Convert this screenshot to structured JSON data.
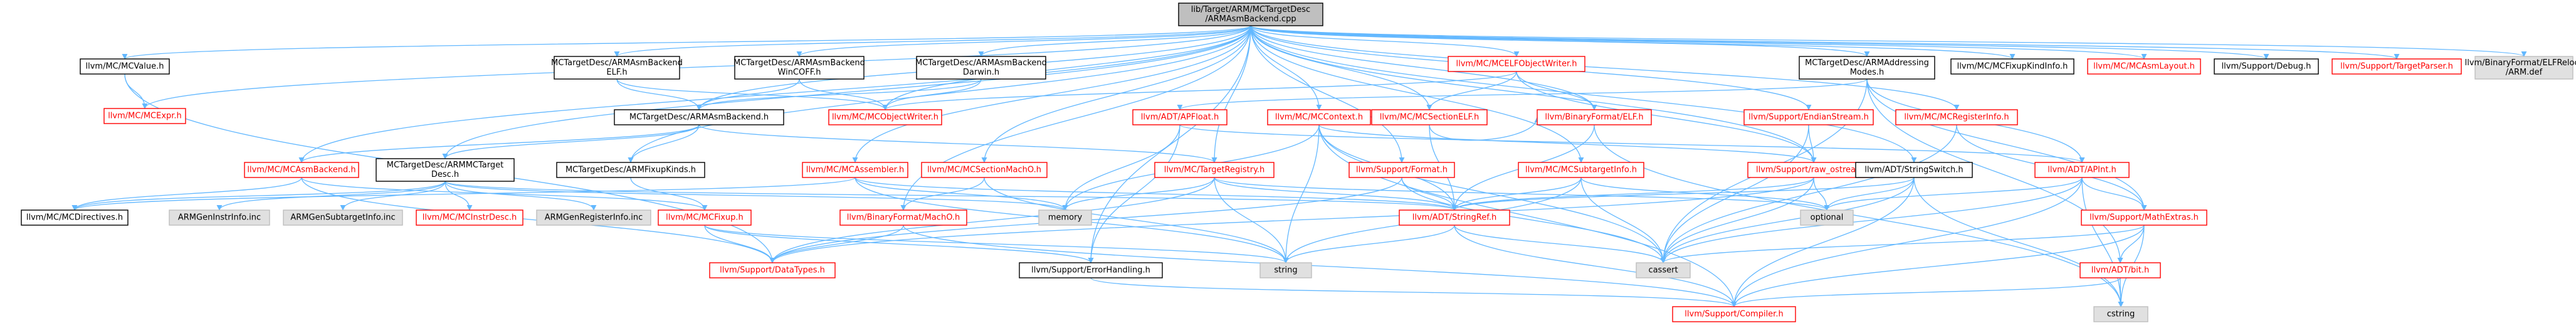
{
  "colors": {
    "edge": "#63b8ff",
    "edge_alt": "#7aa0c8",
    "text_black": "#000000",
    "text_red": "#ff0000",
    "border_black": "#000000",
    "border_red": "#ff0000",
    "border_gray": "#bfbfbf",
    "fill_root": "#bfbfbf",
    "fill_white": "#ffffff",
    "fill_gray": "#e0e0e0"
  },
  "nodes": [
    {
      "id": "root",
      "lines": [
        "lib/Target/ARM/MCTargetDesc",
        "/ARMAsmBackend.cpp"
      ],
      "style": "root"
    },
    {
      "id": "mcvalue",
      "lines": [
        "llvm/MC/MCValue.h"
      ],
      "style": "plain"
    },
    {
      "id": "mcexpr",
      "lines": [
        "llvm/MC/MCExpr.h"
      ],
      "style": "red"
    },
    {
      "id": "elfh",
      "lines": [
        "MCTargetDesc/ARMAsmBackend",
        "ELF.h"
      ],
      "style": "plain"
    },
    {
      "id": "winh",
      "lines": [
        "MCTargetDesc/ARMAsmBackend",
        "WinCOFF.h"
      ],
      "style": "plain"
    },
    {
      "id": "darwinh",
      "lines": [
        "MCTargetDesc/ARMAsmBackend",
        "Darwin.h"
      ],
      "style": "plain"
    },
    {
      "id": "asmbackendh",
      "lines": [
        "MCTargetDesc/ARMAsmBackend.h"
      ],
      "style": "plain"
    },
    {
      "id": "mcobjwriter",
      "lines": [
        "llvm/MC/MCObjectWriter.h"
      ],
      "style": "red"
    },
    {
      "id": "mcasmbackend",
      "lines": [
        "llvm/MC/MCAsmBackend.h"
      ],
      "style": "red"
    },
    {
      "id": "armmctarget",
      "lines": [
        "MCTargetDesc/ARMMCTarget",
        "Desc.h"
      ],
      "style": "plain"
    },
    {
      "id": "fixupkinds",
      "lines": [
        "MCTargetDesc/ARMFixupKinds.h"
      ],
      "style": "plain"
    },
    {
      "id": "mcdirectives",
      "lines": [
        "llvm/MC/MCDirectives.h"
      ],
      "style": "plain"
    },
    {
      "id": "genrinstr",
      "lines": [
        "ARMGenInstrInfo.inc"
      ],
      "style": "gray"
    },
    {
      "id": "gensubtarget",
      "lines": [
        "ARMGenSubtargetInfo.inc"
      ],
      "style": "gray"
    },
    {
      "id": "mcinstrdesc",
      "lines": [
        "llvm/MC/MCInstrDesc.h"
      ],
      "style": "red"
    },
    {
      "id": "genregister",
      "lines": [
        "ARMGenRegisterInfo.inc"
      ],
      "style": "gray"
    },
    {
      "id": "mcfixup",
      "lines": [
        "llvm/MC/MCFixup.h"
      ],
      "style": "red"
    },
    {
      "id": "datatypes",
      "lines": [
        "llvm/Support/DataTypes.h"
      ],
      "style": "red"
    },
    {
      "id": "mcassembler",
      "lines": [
        "llvm/MC/MCAssembler.h"
      ],
      "style": "red"
    },
    {
      "id": "mcsectionmacho",
      "lines": [
        "llvm/MC/MCSectionMachO.h"
      ],
      "style": "red"
    },
    {
      "id": "memory",
      "lines": [
        "memory"
      ],
      "style": "gray"
    },
    {
      "id": "macho",
      "lines": [
        "llvm/BinaryFormat/MachO.h"
      ],
      "style": "red"
    },
    {
      "id": "apfloat",
      "lines": [
        "llvm/ADT/APFloat.h"
      ],
      "style": "red"
    },
    {
      "id": "targetregistry",
      "lines": [
        "llvm/MC/TargetRegistry.h"
      ],
      "style": "red"
    },
    {
      "id": "errorhandling",
      "lines": [
        "llvm/Support/ErrorHandling.h"
      ],
      "style": "plain"
    },
    {
      "id": "mccontext",
      "lines": [
        "llvm/MC/MCContext.h"
      ],
      "style": "red"
    },
    {
      "id": "string",
      "lines": [
        "string"
      ],
      "style": "gray"
    },
    {
      "id": "supportformat",
      "lines": [
        "llvm/Support/Format.h"
      ],
      "style": "red"
    },
    {
      "id": "elfobjwriter",
      "lines": [
        "llvm/MC/MCELFObjectWriter.h"
      ],
      "style": "red"
    },
    {
      "id": "sectionelf",
      "lines": [
        "llvm/MC/MCSectionELF.h"
      ],
      "style": "red"
    },
    {
      "id": "binfmtelf",
      "lines": [
        "llvm/BinaryFormat/ELF.h"
      ],
      "style": "red"
    },
    {
      "id": "subtargetinfo",
      "lines": [
        "llvm/MC/MCSubtargetInfo.h"
      ],
      "style": "red"
    },
    {
      "id": "stringref",
      "lines": [
        "llvm/ADT/StringRef.h"
      ],
      "style": "red"
    },
    {
      "id": "cassert",
      "lines": [
        "cassert"
      ],
      "style": "gray"
    },
    {
      "id": "rawostream",
      "lines": [
        "llvm/Support/raw_ostream.h"
      ],
      "style": "red"
    },
    {
      "id": "stringswitch",
      "lines": [
        "llvm/ADT/StringSwitch.h"
      ],
      "style": "plain"
    },
    {
      "id": "optional",
      "lines": [
        "optional"
      ],
      "style": "gray"
    },
    {
      "id": "compiler",
      "lines": [
        "llvm/Support/Compiler.h"
      ],
      "style": "red"
    },
    {
      "id": "addrmodes",
      "lines": [
        "MCTargetDesc/ARMAddressing",
        "Modes.h"
      ],
      "style": "plain"
    },
    {
      "id": "endianstream",
      "lines": [
        "llvm/Support/EndianStream.h"
      ],
      "style": "red"
    },
    {
      "id": "mcreginfo",
      "lines": [
        "llvm/MC/MCRegisterInfo.h"
      ],
      "style": "red"
    },
    {
      "id": "apint",
      "lines": [
        "llvm/ADT/APInt.h"
      ],
      "style": "red"
    },
    {
      "id": "mathextras",
      "lines": [
        "llvm/Support/MathExtras.h"
      ],
      "style": "red"
    },
    {
      "id": "adtbit",
      "lines": [
        "llvm/ADT/bit.h"
      ],
      "style": "red"
    },
    {
      "id": "cstring",
      "lines": [
        "cstring"
      ],
      "style": "gray"
    },
    {
      "id": "fixupkindinfo",
      "lines": [
        "llvm/MC/MCFixupKindInfo.h"
      ],
      "style": "plain"
    },
    {
      "id": "mcasmlayout",
      "lines": [
        "llvm/MC/MCAsmLayout.h"
      ],
      "style": "red"
    },
    {
      "id": "supportdebug",
      "lines": [
        "llvm/Support/Debug.h"
      ],
      "style": "plain"
    },
    {
      "id": "targetparser",
      "lines": [
        "llvm/Support/TargetParser.h"
      ],
      "style": "red"
    },
    {
      "id": "elfrelocs",
      "lines": [
        "llvm/BinaryFormat/ELFRelocs",
        "/ARM.def"
      ],
      "style": "gray"
    }
  ],
  "edges": [
    [
      "root",
      "mcvalue"
    ],
    [
      "root",
      "mcexpr"
    ],
    [
      "root",
      "elfh"
    ],
    [
      "root",
      "winh"
    ],
    [
      "root",
      "darwinh"
    ],
    [
      "root",
      "asmbackendh"
    ],
    [
      "root",
      "mcobjwriter"
    ],
    [
      "root",
      "mcasmbackend"
    ],
    [
      "root",
      "armmctarget"
    ],
    [
      "root",
      "fixupkinds"
    ],
    [
      "root",
      "mcassembler"
    ],
    [
      "root",
      "mcsectionmacho"
    ],
    [
      "root",
      "macho"
    ],
    [
      "root",
      "mccontext"
    ],
    [
      "root",
      "supportformat"
    ],
    [
      "root",
      "elfobjwriter"
    ],
    [
      "root",
      "sectionelf"
    ],
    [
      "root",
      "binfmtelf"
    ],
    [
      "root",
      "subtargetinfo"
    ],
    [
      "root",
      "rawostream"
    ],
    [
      "root",
      "addrmodes"
    ],
    [
      "root",
      "endianstream"
    ],
    [
      "root",
      "mcreginfo"
    ],
    [
      "root",
      "fixupkindinfo"
    ],
    [
      "root",
      "mcasmlayout"
    ],
    [
      "root",
      "supportdebug"
    ],
    [
      "root",
      "targetparser"
    ],
    [
      "root",
      "elfrelocs"
    ],
    [
      "root",
      "stringswitch"
    ],
    [
      "root",
      "targetregistry"
    ],
    [
      "root",
      "errorhandling"
    ],
    [
      "mcvalue",
      "mcexpr"
    ],
    [
      "mcvalue",
      "datatypes"
    ],
    [
      "elfh",
      "asmbackendh"
    ],
    [
      "elfh",
      "mcobjwriter"
    ],
    [
      "winh",
      "asmbackendh"
    ],
    [
      "winh",
      "mcobjwriter"
    ],
    [
      "darwinh",
      "asmbackendh"
    ],
    [
      "darwinh",
      "mcobjwriter"
    ],
    [
      "asmbackendh",
      "mcasmbackend"
    ],
    [
      "asmbackendh",
      "armmctarget"
    ],
    [
      "asmbackendh",
      "fixupkinds"
    ],
    [
      "asmbackendh",
      "targetregistry"
    ],
    [
      "mcasmbackend",
      "mcdirectives"
    ],
    [
      "mcasmbackend",
      "datatypes"
    ],
    [
      "mcasmbackend",
      "mcfixup"
    ],
    [
      "armmctarget",
      "mcdirectives"
    ],
    [
      "armmctarget",
      "genrinstr"
    ],
    [
      "armmctarget",
      "gensubtarget"
    ],
    [
      "armmctarget",
      "mcinstrdesc"
    ],
    [
      "armmctarget",
      "genregister"
    ],
    [
      "armmctarget",
      "memory"
    ],
    [
      "armmctarget",
      "stringref"
    ],
    [
      "fixupkinds",
      "mcfixup"
    ],
    [
      "mcfixup",
      "datatypes"
    ],
    [
      "mcfixup",
      "errorhandling"
    ],
    [
      "mcfixup",
      "string"
    ],
    [
      "mcassembler",
      "memory"
    ],
    [
      "mcassembler",
      "mcdirectives"
    ],
    [
      "mcassembler",
      "stringref"
    ],
    [
      "mcassembler",
      "string"
    ],
    [
      "mcsectionmacho",
      "macho"
    ],
    [
      "mcsectionmacho",
      "string"
    ],
    [
      "macho",
      "compiler"
    ],
    [
      "macho",
      "datatypes"
    ],
    [
      "apfloat",
      "memory"
    ],
    [
      "apfloat",
      "apint"
    ],
    [
      "apfloat",
      "errorhandling"
    ],
    [
      "targetregistry",
      "memory"
    ],
    [
      "targetregistry",
      "optional"
    ],
    [
      "targetregistry",
      "string"
    ],
    [
      "targetregistry",
      "stringref"
    ],
    [
      "targetregistry",
      "datatypes"
    ],
    [
      "errorhandling",
      "compiler"
    ],
    [
      "mccontext",
      "string"
    ],
    [
      "mccontext",
      "stringref"
    ],
    [
      "mccontext",
      "rawostream"
    ],
    [
      "mccontext",
      "memory"
    ],
    [
      "mccontext",
      "compiler"
    ],
    [
      "mccontext",
      "cassert"
    ],
    [
      "supportformat",
      "stringref"
    ],
    [
      "supportformat",
      "cassert"
    ],
    [
      "supportformat",
      "datatypes"
    ],
    [
      "elfobjwriter",
      "binfmtelf"
    ],
    [
      "elfobjwriter",
      "rawostream"
    ],
    [
      "elfobjwriter",
      "mcobjwriter"
    ],
    [
      "elfobjwriter",
      "sectionelf"
    ],
    [
      "sectionelf",
      "stringref"
    ],
    [
      "sectionelf",
      "binfmtelf"
    ],
    [
      "binfmtelf",
      "stringref"
    ],
    [
      "binfmtelf",
      "cstring"
    ],
    [
      "subtargetinfo",
      "stringref"
    ],
    [
      "subtargetinfo",
      "cassert"
    ],
    [
      "subtargetinfo",
      "optional"
    ],
    [
      "subtargetinfo",
      "string"
    ],
    [
      "stringref",
      "compiler"
    ],
    [
      "stringref",
      "cassert"
    ],
    [
      "stringref",
      "string"
    ],
    [
      "rawostream",
      "stringref"
    ],
    [
      "rawostream",
      "cassert"
    ],
    [
      "rawostream",
      "optional"
    ],
    [
      "rawostream",
      "datatypes"
    ],
    [
      "stringswitch",
      "stringref"
    ],
    [
      "stringswitch",
      "compiler"
    ],
    [
      "stringswitch",
      "cassert"
    ],
    [
      "stringswitch",
      "cstring"
    ],
    [
      "stringswitch",
      "optional"
    ],
    [
      "addrmodes",
      "apfloat"
    ],
    [
      "addrmodes",
      "apint"
    ],
    [
      "addrmodes",
      "mathextras"
    ],
    [
      "addrmodes",
      "cassert"
    ],
    [
      "addrmodes",
      "adtbit"
    ],
    [
      "endianstream",
      "rawostream"
    ],
    [
      "endianstream",
      "cassert"
    ],
    [
      "mcreginfo",
      "mathextras"
    ],
    [
      "mcreginfo",
      "cassert"
    ],
    [
      "apint",
      "mathextras"
    ],
    [
      "apint",
      "compiler"
    ],
    [
      "apint",
      "cassert"
    ],
    [
      "apint",
      "optional"
    ],
    [
      "apint",
      "cstring"
    ],
    [
      "mathextras",
      "adtbit"
    ],
    [
      "mathextras",
      "compiler"
    ],
    [
      "mathextras",
      "cassert"
    ],
    [
      "mathextras",
      "cstring"
    ],
    [
      "adtbit",
      "compiler"
    ],
    [
      "adtbit",
      "cstring"
    ]
  ]
}
